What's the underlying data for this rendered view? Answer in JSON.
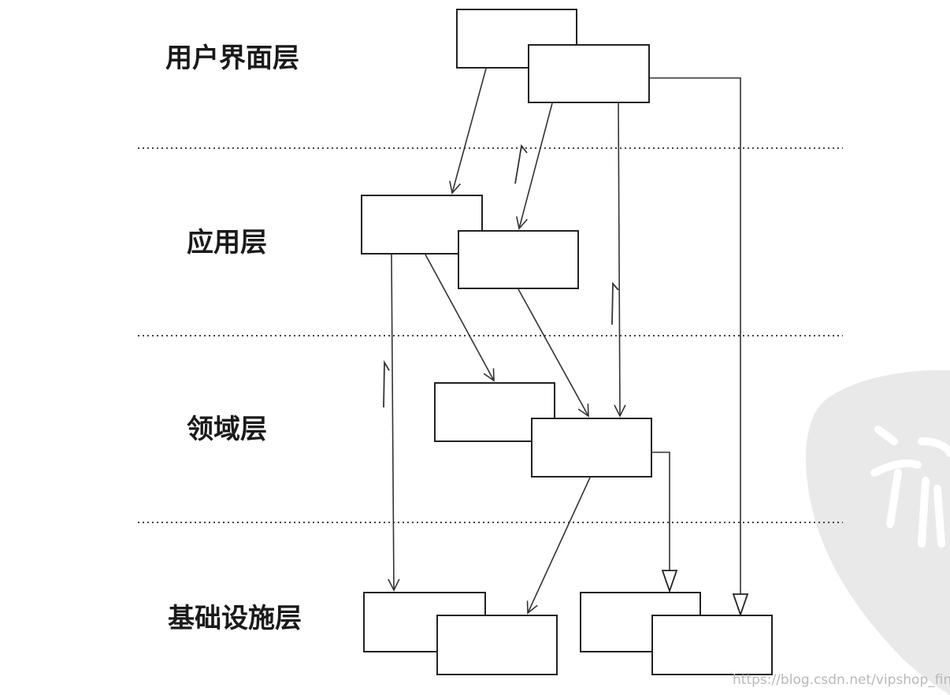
{
  "layers": {
    "ui": "用户界面层",
    "application": "应用层",
    "domain": "领域层",
    "infrastructure": "基础设施层"
  },
  "watermark": "https://blog.csdn.net/vipshop_fin_dev",
  "colors": {
    "line": "#333333",
    "separator": "#444444",
    "watermark": "#e9e9e9"
  }
}
